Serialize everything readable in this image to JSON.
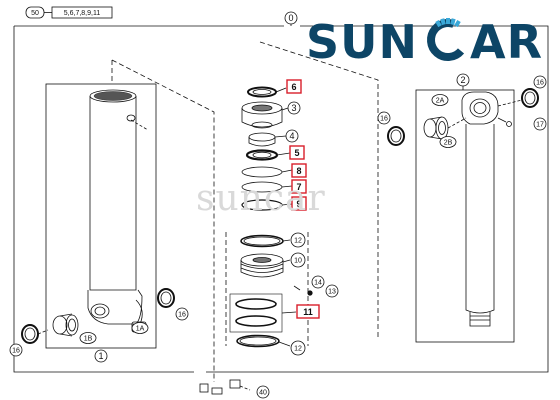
{
  "header": {
    "ref_label": "50",
    "ref_parts": "5,6,7,8,9,11",
    "assembly_label": "0"
  },
  "brand": {
    "logo_text": "SUNCAR",
    "watermark_text": "suncar",
    "logo_color": "#0d4566",
    "highlight_color": "#d81e2a"
  },
  "callouts": {
    "c1": "1",
    "c1a": "1A",
    "c1b": "1B",
    "c2": "2",
    "c2a": "2A",
    "c2b": "2B",
    "c3": "3",
    "c4": "4",
    "c5": "5",
    "c6": "6",
    "c7": "7",
    "c8": "8",
    "c9": "9",
    "c10": "10",
    "c11": "11",
    "c12a": "12",
    "c12b": "12",
    "c13": "13",
    "c14": "14",
    "c16a": "16",
    "c16b": "16",
    "c16c": "16",
    "c16d": "16",
    "c17": "17",
    "c40": "40"
  },
  "highlighted_callouts": [
    "5",
    "6",
    "7",
    "8",
    "9",
    "11"
  ]
}
